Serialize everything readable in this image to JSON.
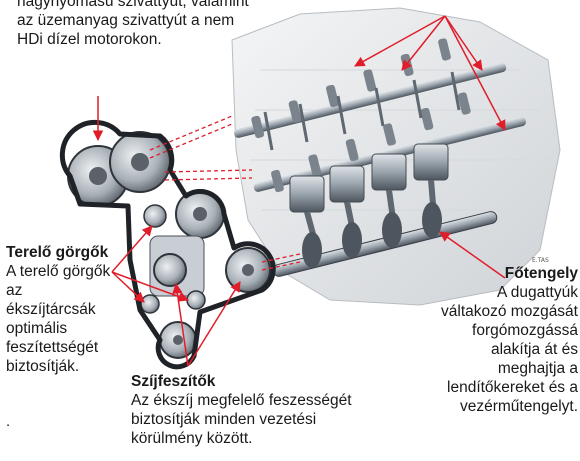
{
  "intro": {
    "lines": [
      "nagynyomású szivattyút, valamint",
      "az üzemanyag szivattyút a nem",
      "HDi dízel motorokon."
    ]
  },
  "terelo": {
    "title": "Terelő görgők",
    "body": [
      "A terelő görgők",
      "az",
      "ékszíjtárcsák",
      "optimális",
      "feszítettségét",
      "biztosítják."
    ]
  },
  "fotengely": {
    "title": "Főtengely",
    "body": [
      "A dugattyúk",
      "váltakozó mozgását",
      "forgómozgássá",
      "alakítja át és",
      "meghajtja a",
      "lendítőkereket és a",
      "vezérműtengelyt."
    ]
  },
  "szij": {
    "title": "Szíjfeszítők",
    "body": [
      "Az ékszíj megfelelő feszességét",
      "biztosítják minden vezetési",
      "körülmény között."
    ]
  },
  "dot": ".",
  "colors": {
    "arrow": "#e11d2a",
    "steel": "#9aa4ad",
    "dark": "#3a3f47",
    "block": "#e8eaec"
  }
}
